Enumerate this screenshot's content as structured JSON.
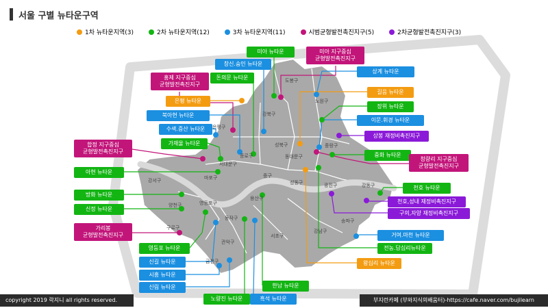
{
  "title": "서울 구별 뉴타운구역",
  "colors": {
    "orange": "#f39c12",
    "green": "#13b513",
    "blue": "#1b8fe0",
    "magenta": "#c2157a",
    "purple": "#8b1ad8"
  },
  "legend": [
    {
      "label": "1차 뉴타운지역(3)",
      "color": "#f39c12"
    },
    {
      "label": "2차 뉴타운지역(12)",
      "color": "#13b513"
    },
    {
      "label": "3차 뉴타운지역(11)",
      "color": "#1b8fe0"
    },
    {
      "label": "시범균형발전촉진지구(5)",
      "color": "#c2157a"
    },
    {
      "label": "2차균형발전촉진지구(3)",
      "color": "#8b1ad8"
    }
  ],
  "districts": [
    "도봉구",
    "노원구",
    "강북구",
    "성북구",
    "중랑구",
    "은평구",
    "종로구",
    "동대문구",
    "서대문구",
    "마포구",
    "중구",
    "광진구",
    "강동구",
    "강서구",
    "용산구",
    "성동구",
    "송파구",
    "양천구",
    "영등포구",
    "동작구",
    "구로구",
    "서초구",
    "강남구",
    "관악구",
    "금천구"
  ],
  "labels": [
    {
      "id": "mia",
      "lines": [
        "미아 뉴타운"
      ],
      "color": "green"
    },
    {
      "id": "mia-jigu",
      "lines": [
        "미아 지구중심",
        "균형발전촉진지구"
      ],
      "color": "magenta"
    },
    {
      "id": "changsin",
      "lines": [
        "창신.숭인 뉴타운"
      ],
      "color": "blue"
    },
    {
      "id": "donuimun",
      "lines": [
        "돈의문 뉴타운"
      ],
      "color": "green"
    },
    {
      "id": "hongje",
      "lines": [
        "홍제 지구중심",
        "균형발전촉진지구"
      ],
      "color": "magenta"
    },
    {
      "id": "sanggye",
      "lines": [
        "상계 뉴타운"
      ],
      "color": "blue"
    },
    {
      "id": "gileum",
      "lines": [
        "길음 뉴타운"
      ],
      "color": "orange"
    },
    {
      "id": "jangwi",
      "lines": [
        "장위 뉴타운"
      ],
      "color": "green"
    },
    {
      "id": "eunpyeong",
      "lines": [
        "은평 뉴타운"
      ],
      "color": "orange"
    },
    {
      "id": "bugahyeon",
      "lines": [
        "북아현 뉴타운"
      ],
      "color": "blue"
    },
    {
      "id": "imun",
      "lines": [
        "이문.휘경 뉴타운"
      ],
      "color": "blue"
    },
    {
      "id": "susaek",
      "lines": [
        "수색.증산 뉴타운"
      ],
      "color": "blue"
    },
    {
      "id": "sangbong",
      "lines": [
        "상봉 재정비촉진지구"
      ],
      "color": "purple"
    },
    {
      "id": "gajaeul",
      "lines": [
        "가재울 뉴타운"
      ],
      "color": "green"
    },
    {
      "id": "hapjeong",
      "lines": [
        "합정 지구중심",
        "균형발전촉진지구"
      ],
      "color": "magenta"
    },
    {
      "id": "junghwa",
      "lines": [
        "중화 뉴타운"
      ],
      "color": "green"
    },
    {
      "id": "cheongnyangni",
      "lines": [
        "청량리 지구중심",
        "균형발전촉진지구"
      ],
      "color": "magenta"
    },
    {
      "id": "ahyeon",
      "lines": [
        "아현 뉴타운"
      ],
      "color": "green"
    },
    {
      "id": "cheonho",
      "lines": [
        "천호 뉴타운"
      ],
      "color": "green"
    },
    {
      "id": "banghwa",
      "lines": [
        "방화 뉴타운"
      ],
      "color": "green"
    },
    {
      "id": "cheonho-seongnae",
      "lines": [
        "천호,성내 재정비촉진지구"
      ],
      "color": "purple"
    },
    {
      "id": "sinjeong",
      "lines": [
        "신정 뉴타운"
      ],
      "color": "green"
    },
    {
      "id": "guui",
      "lines": [
        "구의,자양 재정비촉진지구"
      ],
      "color": "purple"
    },
    {
      "id": "garibong",
      "lines": [
        "가리봉",
        "균형발전촉진지구"
      ],
      "color": "magenta"
    },
    {
      "id": "georyeo",
      "lines": [
        "거여.마천 뉴타운"
      ],
      "color": "blue"
    },
    {
      "id": "yeongdeungpo",
      "lines": [
        "영등포 뉴타운"
      ],
      "color": "green"
    },
    {
      "id": "jeonnong",
      "lines": [
        "전농.답십리뉴타운"
      ],
      "color": "green"
    },
    {
      "id": "singil",
      "lines": [
        "신길 뉴타운"
      ],
      "color": "blue"
    },
    {
      "id": "wangsimni",
      "lines": [
        "왕십리 뉴타운"
      ],
      "color": "orange"
    },
    {
      "id": "siheung",
      "lines": [
        "시흥 뉴타운"
      ],
      "color": "blue"
    },
    {
      "id": "sillim",
      "lines": [
        "신림 뉴타운"
      ],
      "color": "blue"
    },
    {
      "id": "hannam",
      "lines": [
        "한남 뉴타운"
      ],
      "color": "green"
    },
    {
      "id": "noryangjin",
      "lines": [
        "노량진 뉴타운"
      ],
      "color": "green"
    },
    {
      "id": "heukseok",
      "lines": [
        "흑석 뉴타운"
      ],
      "color": "blue"
    }
  ],
  "footer": {
    "left": "copyright 2019 락지니 all rights reserved.",
    "right": "부지런카페 (부와지식의배움터)-https://cafe.naver.com/bujilearn"
  }
}
